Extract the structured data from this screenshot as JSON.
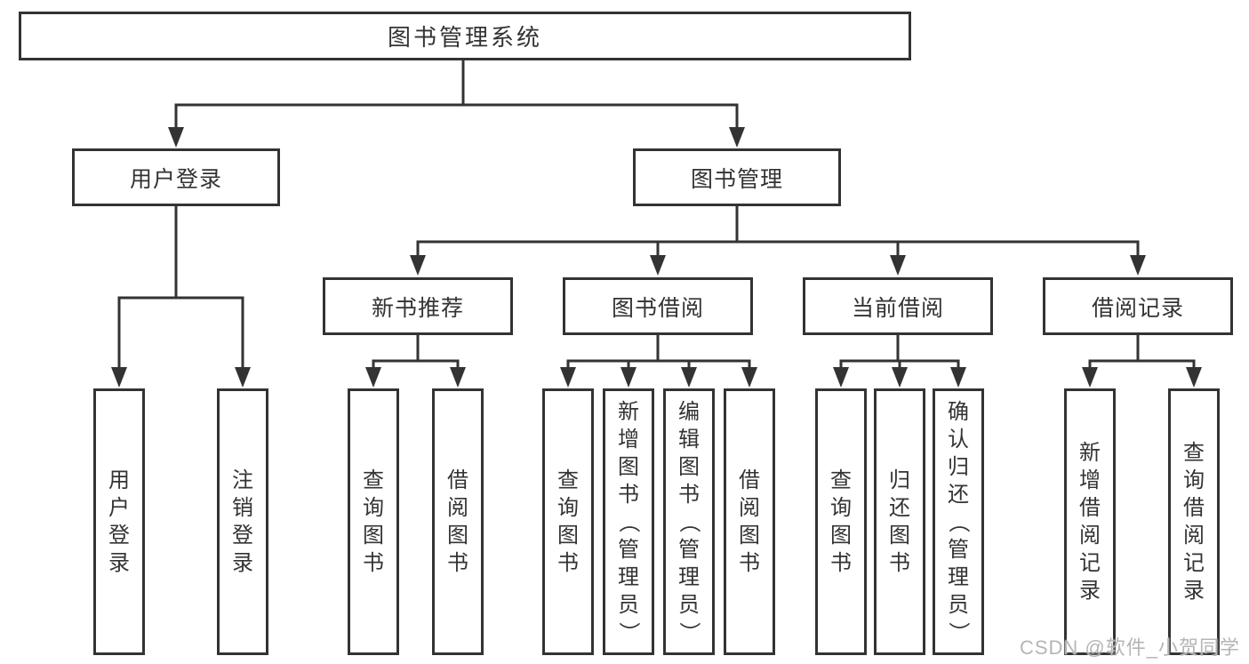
{
  "diagram": {
    "root_label": "图书管理系统",
    "branches": [
      {
        "label": "用户登录",
        "children": [
          {
            "label": "用户登录"
          },
          {
            "label": "注销登录"
          }
        ]
      },
      {
        "label": "图书管理",
        "children": [
          {
            "label": "新书推荐",
            "children": [
              {
                "label": "查询图书"
              },
              {
                "label": "借阅图书"
              }
            ]
          },
          {
            "label": "图书借阅",
            "children": [
              {
                "label": "查询图书"
              },
              {
                "label": "新增图书（管理员）"
              },
              {
                "label": "编辑图书（管理员）"
              },
              {
                "label": "借阅图书"
              }
            ]
          },
          {
            "label": "当前借阅",
            "children": [
              {
                "label": "查询图书"
              },
              {
                "label": "归还图书"
              },
              {
                "label": "确认归还（管理员）"
              }
            ]
          },
          {
            "label": "借阅记录",
            "children": [
              {
                "label": "新增借阅记录"
              },
              {
                "label": "查询借阅记录"
              }
            ]
          }
        ]
      }
    ]
  },
  "watermark": {
    "text": "CSDN @软件_小贺同学"
  },
  "colors": {
    "line": "#333333",
    "text": "#333333",
    "watermark": "#b5b5b5",
    "background": "#ffffff"
  }
}
